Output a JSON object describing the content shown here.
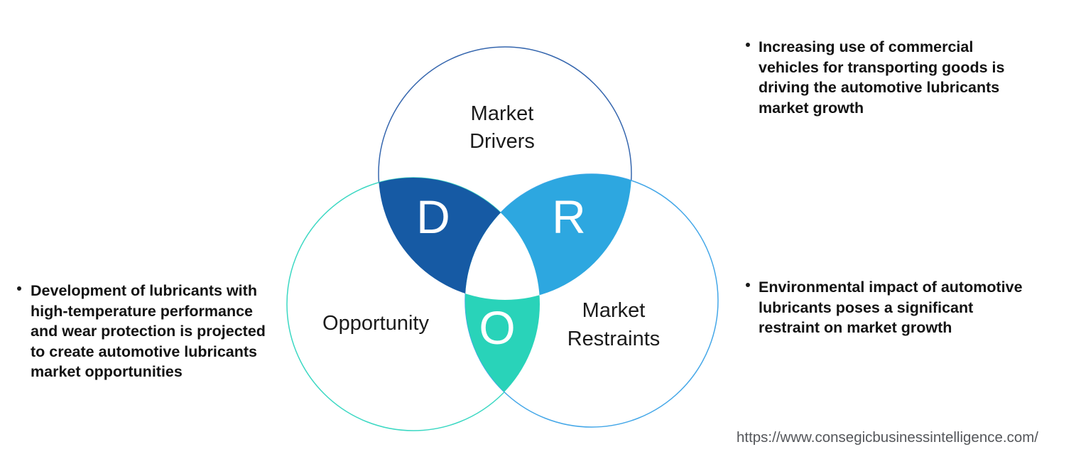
{
  "venn": {
    "circles": {
      "drivers": {
        "label": "Market\nDrivers",
        "outline_color": "#3566ae"
      },
      "opportunity": {
        "label": "Opportunity",
        "outline_color": "#3bd8c3"
      },
      "restraints": {
        "label": "Market\nRestraints",
        "outline_color": "#44a7e8"
      }
    },
    "overlaps": {
      "drivers_opportunity": {
        "letter": "D",
        "fill_color": "#165aa4"
      },
      "drivers_restraints": {
        "letter": "R",
        "fill_color": "#2da7e0"
      },
      "opportunity_restraints": {
        "letter": "O",
        "fill_color": "#29d3b9"
      }
    }
  },
  "bullets": {
    "driver": "Increasing use of commercial\nvehicles for transporting goods is\ndriving the automotive lubricants\nmarket growth",
    "opportunity": "Development of lubricants with\nhigh-temperature performance\nand wear protection is projected\nto create automotive lubricants\nmarket opportunities",
    "restraint": "Environmental impact of automotive\nlubricants poses a significant\nrestraint on market growth"
  },
  "footer": {
    "url": "https://www.consegicbusinessintelligence.com/"
  }
}
